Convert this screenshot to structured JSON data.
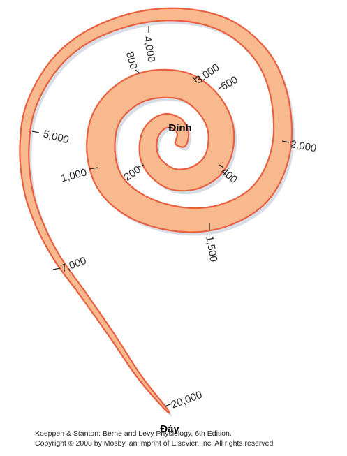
{
  "diagram": {
    "apex_label": "Đỉnh",
    "base_label": "Đáy",
    "colors": {
      "duct_fill": "#f9b98f",
      "duct_edge": "#e8603f",
      "shadow": "#d9dde6"
    },
    "frequency_labels": [
      {
        "text": "20,000"
      },
      {
        "text": "7,000"
      },
      {
        "text": "5,000"
      },
      {
        "text": "4,000"
      },
      {
        "text": "3,000"
      },
      {
        "text": "2,000"
      },
      {
        "text": "1,500"
      },
      {
        "text": "1,000"
      },
      {
        "text": "800"
      },
      {
        "text": "600"
      },
      {
        "text": "400"
      },
      {
        "text": "200"
      }
    ]
  },
  "credit": {
    "line1": "Koeppen & Stanton: Berne and Levy Physiology, 6th Edition.",
    "line2": "Copyright © 2008 by Mosby, an imprint of Elsevier, Inc. All rights reserved"
  }
}
